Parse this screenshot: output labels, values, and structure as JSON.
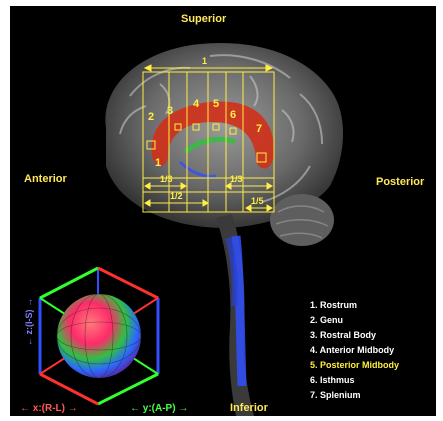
{
  "orientation": {
    "superior": "Superior",
    "inferior": "Inferior",
    "anterior": "Anterior",
    "posterior": "Posterior"
  },
  "axes": {
    "x": "← x:(R-L) →",
    "y": "← y:(A-P) →",
    "z": "← z:(I-S) →"
  },
  "region_numbers": [
    "1",
    "2",
    "3",
    "4",
    "5",
    "6",
    "7"
  ],
  "measurements": {
    "top": "1",
    "third_left": "1/3",
    "third_right": "1/3",
    "half": "1/2",
    "fifth": "1/5"
  },
  "legend": [
    "1. Rostrum",
    "2. Genu",
    "3. Rostral Body",
    "4. Anterior Midbody",
    "5. Posterior Midbody",
    "6. Isthmus",
    "7. Splenium"
  ],
  "legend_colors": [
    "#ffffff",
    "#ffffff",
    "#ffffff",
    "#ffffff",
    "#ffee44",
    "#ffffff",
    "#ffffff"
  ],
  "colors": {
    "label": "#ffe85a",
    "grid": "#ffee44",
    "callosum": "#d03018",
    "x_axis": "#ff3030",
    "y_axis": "#30ff30",
    "z_axis": "#3050ff"
  }
}
